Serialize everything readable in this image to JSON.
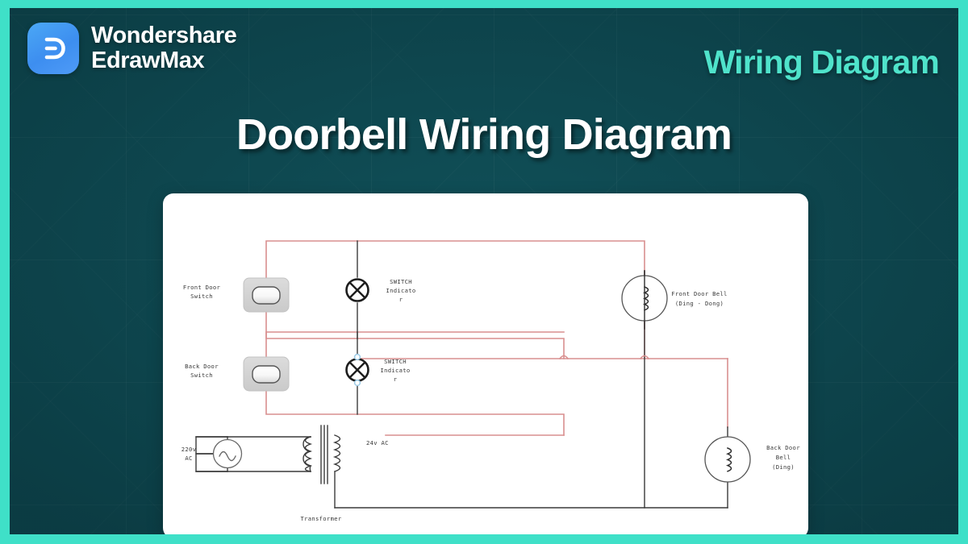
{
  "brand": {
    "logo_icon": "edrawmax-logo-icon",
    "line1": "Wondershare",
    "line2": "EdrawMax",
    "logo_color": "#4391f0"
  },
  "header": {
    "kicker": "Wiring Diagram",
    "kicker_color": "#4fe3cb",
    "title": "Doorbell Wiring Diagram"
  },
  "theme": {
    "frame_color": "#3fe0c8",
    "canvas_color": "#0f4d55",
    "card_color": "#ffffff",
    "wire_red": "#d98f8f",
    "wire_black": "#3a3a3a",
    "node_blue": "#9ccbe6"
  },
  "diagram": {
    "labels": {
      "front_door_switch": [
        "Front Door",
        "Switch"
      ],
      "back_door_switch": [
        "Back Door",
        "Switch"
      ],
      "switch_indicator_top": [
        "SWITCH",
        "Indicato",
        "r"
      ],
      "switch_indicator_bottom": [
        "SWITCH",
        "Indicato",
        "r"
      ],
      "front_door_bell": [
        "Front Door Bell",
        "(Ding - Dong)"
      ],
      "back_door_bell": [
        "Back Door",
        "Bell",
        "(Ding)"
      ],
      "primary_voltage": [
        "220v",
        "AC"
      ],
      "secondary_voltage": "24v AC",
      "transformer": "Transformer"
    },
    "components": [
      {
        "name": "front-door-switch",
        "type": "rocker-switch"
      },
      {
        "name": "back-door-switch",
        "type": "rocker-switch"
      },
      {
        "name": "switch-indicator-lamp-top",
        "type": "lamp"
      },
      {
        "name": "switch-indicator-lamp-bottom",
        "type": "lamp"
      },
      {
        "name": "front-door-bell",
        "type": "bell-coil"
      },
      {
        "name": "back-door-bell",
        "type": "bell-coil"
      },
      {
        "name": "ac-source",
        "type": "ac-source"
      },
      {
        "name": "transformer",
        "type": "transformer"
      }
    ]
  }
}
